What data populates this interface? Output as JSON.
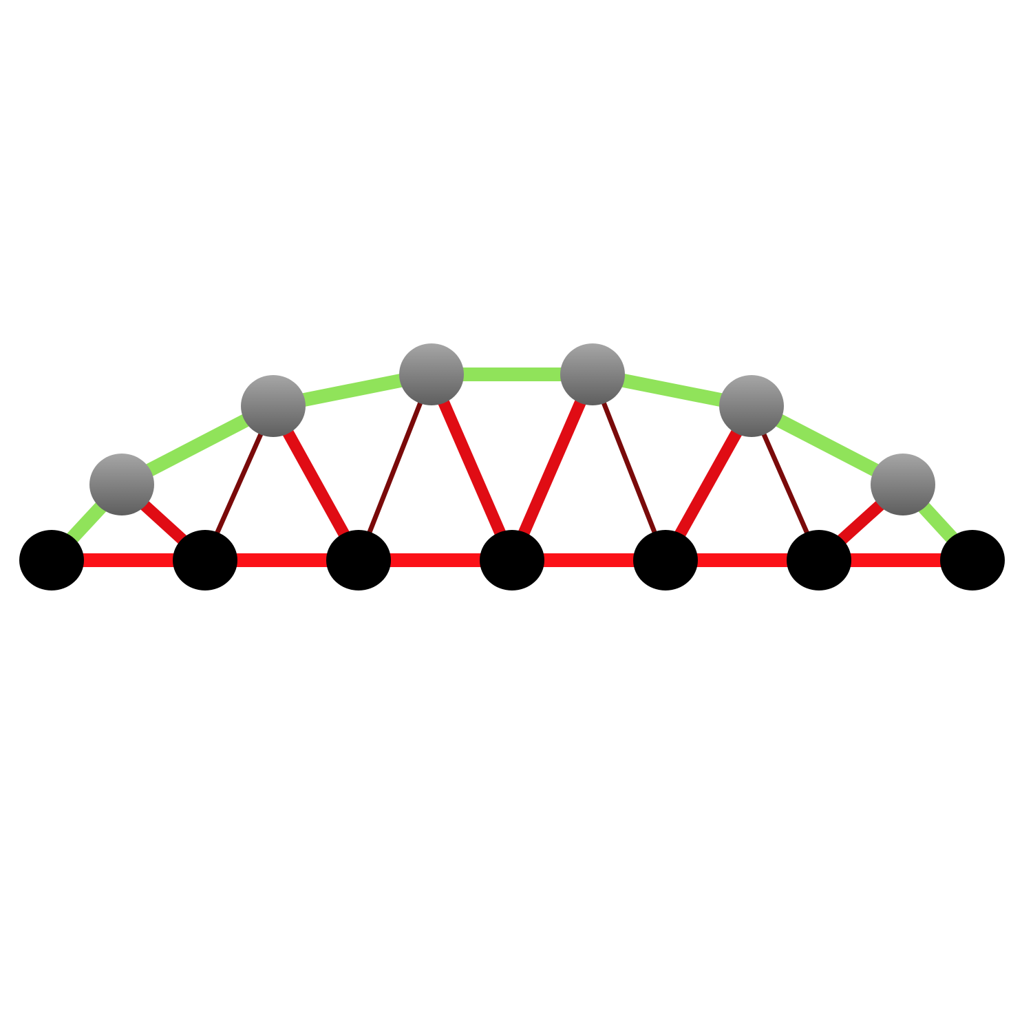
{
  "diagram": {
    "type": "truss",
    "colors": {
      "background": "#ffffff",
      "chord_compression": "#90e35a",
      "chord_tension": "#fb1118",
      "diagonal_tension": "#e00c14",
      "diagonal_light": "#7a0a0a",
      "bottom_node": "#000000",
      "top_node_light": "#a6a6a6",
      "top_node_dark": "#5e5e5e"
    },
    "nodes_bottom": [
      {
        "id": "B0"
      },
      {
        "id": "B1"
      },
      {
        "id": "B2"
      },
      {
        "id": "B3"
      },
      {
        "id": "B4"
      },
      {
        "id": "B5"
      },
      {
        "id": "B6"
      }
    ],
    "nodes_top": [
      {
        "id": "T0"
      },
      {
        "id": "T1"
      },
      {
        "id": "T2"
      },
      {
        "id": "T3"
      },
      {
        "id": "T4"
      },
      {
        "id": "T5"
      }
    ],
    "members": [
      {
        "from": "B0",
        "to": "T0",
        "kind": "chord_compression"
      },
      {
        "from": "T0",
        "to": "T1",
        "kind": "chord_compression"
      },
      {
        "from": "T1",
        "to": "T2",
        "kind": "chord_compression"
      },
      {
        "from": "T2",
        "to": "T3",
        "kind": "chord_compression"
      },
      {
        "from": "T3",
        "to": "T4",
        "kind": "chord_compression"
      },
      {
        "from": "T4",
        "to": "T5",
        "kind": "chord_compression"
      },
      {
        "from": "T5",
        "to": "B6",
        "kind": "chord_compression"
      },
      {
        "from": "B0",
        "to": "B1",
        "kind": "chord_tension"
      },
      {
        "from": "B1",
        "to": "B2",
        "kind": "chord_tension"
      },
      {
        "from": "B2",
        "to": "B3",
        "kind": "chord_tension"
      },
      {
        "from": "B3",
        "to": "B4",
        "kind": "chord_tension"
      },
      {
        "from": "B4",
        "to": "B5",
        "kind": "chord_tension"
      },
      {
        "from": "B5",
        "to": "B6",
        "kind": "chord_tension"
      },
      {
        "from": "T0",
        "to": "B1",
        "kind": "diagonal_tension"
      },
      {
        "from": "B1",
        "to": "T1",
        "kind": "diagonal_light"
      },
      {
        "from": "T1",
        "to": "B2",
        "kind": "diagonal_tension"
      },
      {
        "from": "B2",
        "to": "T2",
        "kind": "diagonal_light"
      },
      {
        "from": "T2",
        "to": "B3",
        "kind": "diagonal_tension"
      },
      {
        "from": "B3",
        "to": "T3",
        "kind": "diagonal_tension"
      },
      {
        "from": "T3",
        "to": "B4",
        "kind": "diagonal_light"
      },
      {
        "from": "B4",
        "to": "T4",
        "kind": "diagonal_tension"
      },
      {
        "from": "T4",
        "to": "B5",
        "kind": "diagonal_light"
      },
      {
        "from": "B5",
        "to": "T5",
        "kind": "diagonal_tension"
      }
    ]
  }
}
